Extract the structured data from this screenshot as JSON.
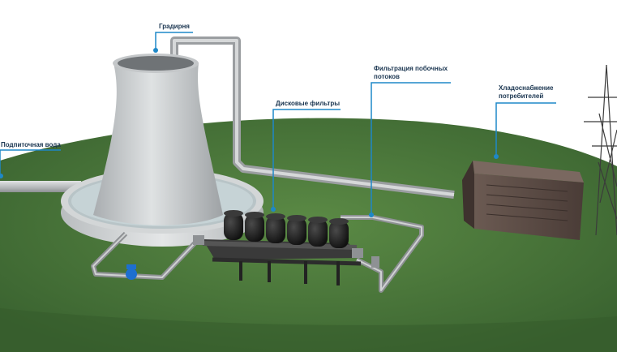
{
  "labels": {
    "cooling_tower": "Градирня",
    "makeup_water": "Подпиточная вода",
    "disc_filters": "Дисковые фильтры",
    "side_stream_line1": "Фильтрация побочных",
    "side_stream_line2": "потоков",
    "cooling_supply_line1": "Хладоснабжение",
    "cooling_supply_line2": "потребителей"
  },
  "colors": {
    "accent": "#1e88c8",
    "grass": "#4c7a3a",
    "grass_dark": "#2f5426",
    "concrete": "#c9cdcf",
    "pipe": "#b3b6b8",
    "chiller": "#5a4a44",
    "filter_housing": "#1c1c1c",
    "valve": "#1e6fd0"
  }
}
